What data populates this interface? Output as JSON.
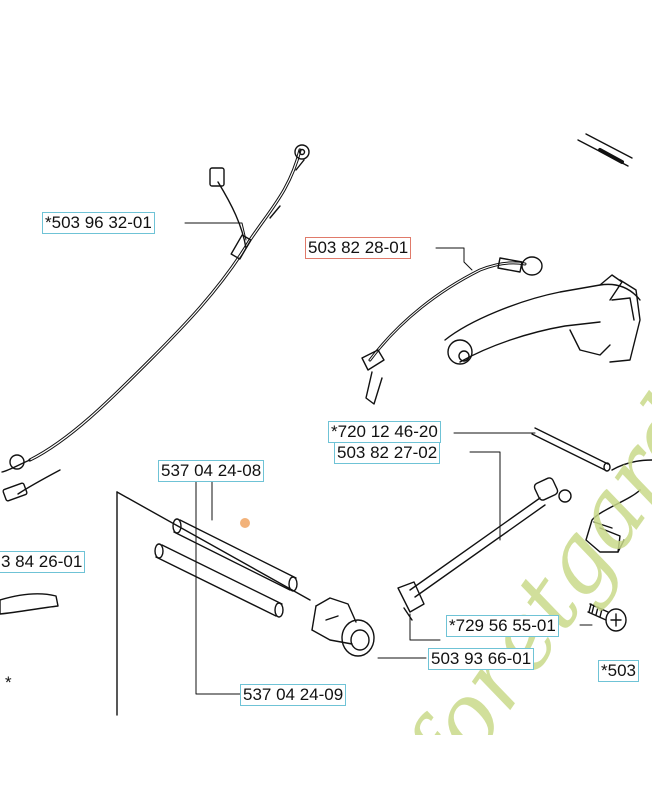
{
  "labels": {
    "p5039632": "*503 96 32-01",
    "p5038228": "503 82 28-01",
    "p7201246": "*720 12 46-20",
    "p5038227": "503 82 27-02",
    "p5370408": "537 04 24-08",
    "p842601": "3 84 26-01",
    "p7295655": "*729 56 55-01",
    "p5039366": "503 93 66-01",
    "p503cut": "*503",
    "p5370409": "537 04 24-09",
    "star": "*"
  },
  "watermark": {
    "text": "foretgardin.com",
    "color": "#c9d98a",
    "accent": "#f2b27a"
  },
  "colors": {
    "label_border": "#6fc3d6",
    "highlight_border": "#e07a6a"
  }
}
